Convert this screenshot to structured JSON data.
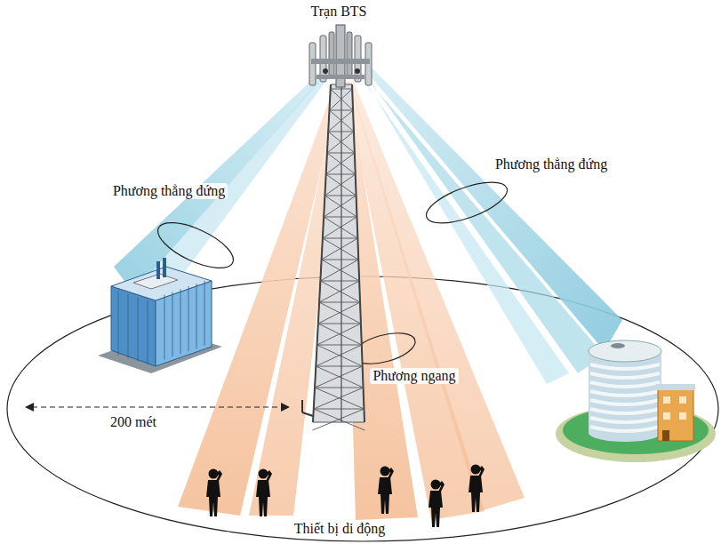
{
  "diagram": {
    "labels": [
      "Trạn BTS",
      "Phương thẳng đứng",
      "Phương thẳng đứng",
      "Phương ngang",
      "200 mét",
      "Thiết bị di động"
    ]
  }
}
